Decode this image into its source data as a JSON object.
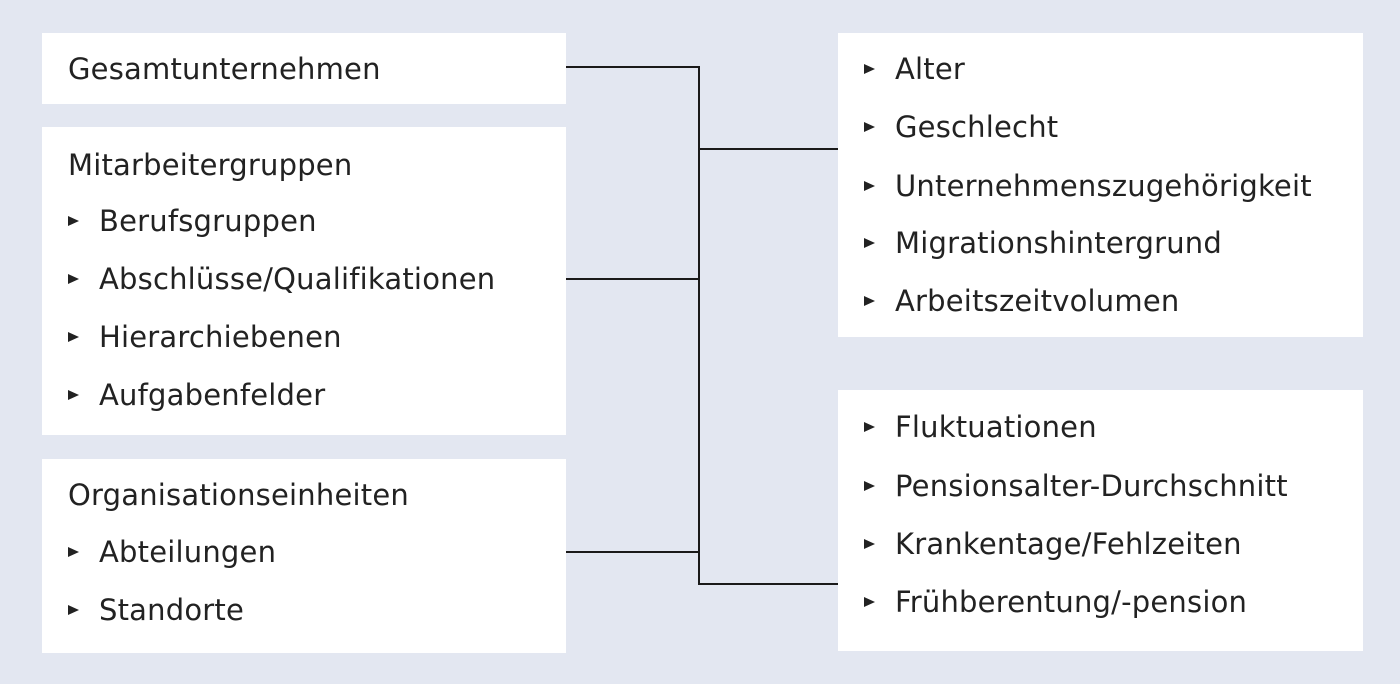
{
  "left": {
    "company": {
      "title": "Gesamtunternehmen"
    },
    "groups": {
      "title": "Mitarbeitergruppen",
      "items": [
        "Berufsgruppen",
        "Abschlüsse/Qualifikationen",
        "Hierarchiebenen",
        "Aufgabenfelder"
      ]
    },
    "units": {
      "title": "Organisationseinheiten",
      "items": [
        "Abteilungen",
        "Standorte"
      ]
    }
  },
  "right": {
    "demographics": {
      "items": [
        "Alter",
        "Geschlecht",
        "Unternehmenszugehörigkeit",
        "Migrationshintergrund",
        "Arbeitszeitvolumen"
      ]
    },
    "indicators": {
      "items": [
        "Fluktuationen",
        "Pensionsalter-Durchschnitt",
        "Krankentage/Fehlzeiten",
        "Frühberentung/-pension"
      ]
    }
  }
}
